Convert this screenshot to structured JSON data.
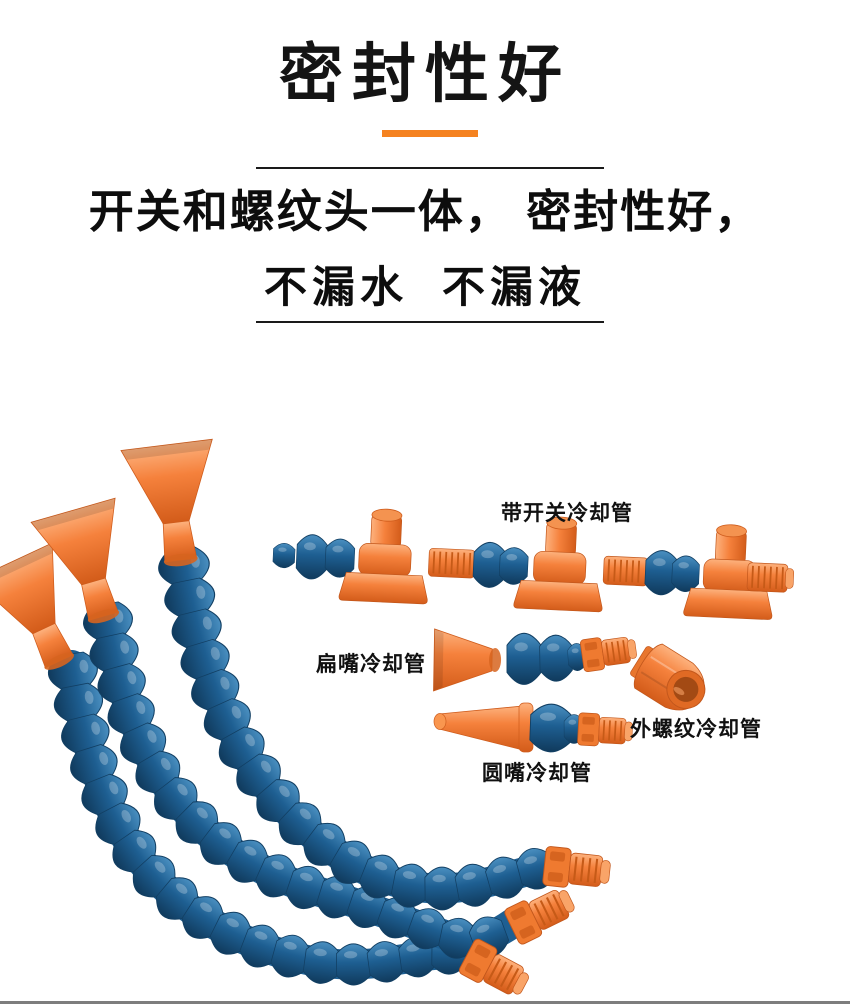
{
  "header": {
    "title": "密封性好",
    "subtitle_line1": "开关和螺纹头一体， 密封性好，",
    "subtitle_line2": "不漏水  不漏液"
  },
  "product_labels": {
    "switch_pipe": "带开关冷却管",
    "flat_nozzle_pipe": "扁嘴冷却管",
    "external_thread_fitting": "外螺纹冷却管",
    "round_nozzle_pipe": "圆嘴冷却管"
  },
  "colors": {
    "accent_orange": "#F58220",
    "hose_blue": "#1E5F92",
    "hose_blue_dark": "#123F63",
    "fitting_orange": "#F5813C",
    "fitting_orange_dark": "#C2571C",
    "text": "#141414",
    "rule_line": "#1A1A1A",
    "bottom_divider": "#7D7D7D",
    "background": "#FFFFFF"
  }
}
